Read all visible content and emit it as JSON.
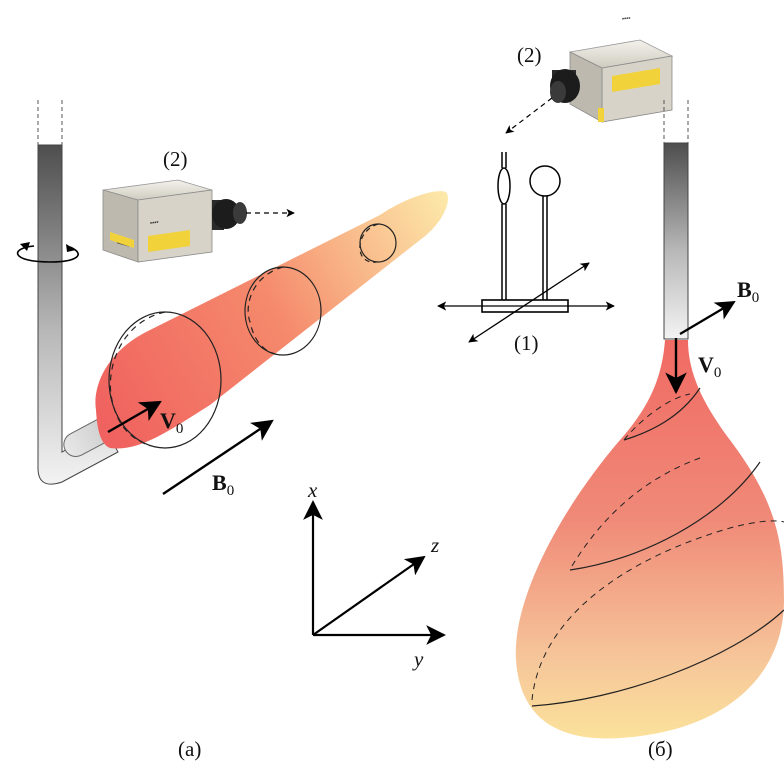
{
  "panels": {
    "a": {
      "caption": "(а)"
    },
    "b": {
      "caption": "(б)"
    }
  },
  "labels": {
    "camera_a": "(2)",
    "camera_b": "(2)",
    "device": "(1)",
    "velocity_a": "V",
    "velocity_a_sub": "0",
    "field_a": "B",
    "field_a_sub": "0",
    "velocity_b": "V",
    "velocity_b_sub": "0",
    "field_b": "B",
    "field_b_sub": "0"
  },
  "axes": {
    "x": "x",
    "y": "y",
    "z": "z"
  },
  "colors": {
    "plume_base": "#f0605e",
    "plume_tip": "#fbe49a",
    "tube_dark": "#5a5a5a",
    "tube_light": "#f4f4f4",
    "camera_body": "#d9d6cc",
    "camera_label": "#f2d23a"
  }
}
